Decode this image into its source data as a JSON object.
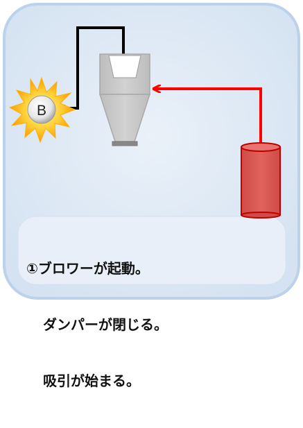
{
  "diagram": {
    "blower_label": "B",
    "caption_lines": [
      "①ブロワーが起動。",
      "ダンパーが閉じる。",
      "吸引が始まる。"
    ],
    "colors": {
      "panel_fill": "#dde8f4",
      "panel_border": "#bdd3ea",
      "caption_box": "#e9f0f8",
      "exhaust_line": "#000000",
      "suction_line": "#ff0000",
      "hopper_fill": "#c9c9c9",
      "hopper_stroke": "#a9a9a9",
      "tank_fill": "#d95a55",
      "tank_top": "#e0625c",
      "tank_stroke": "#c00000",
      "burst_outer": "#ffb000",
      "burst_inner": "#ffe066"
    }
  }
}
